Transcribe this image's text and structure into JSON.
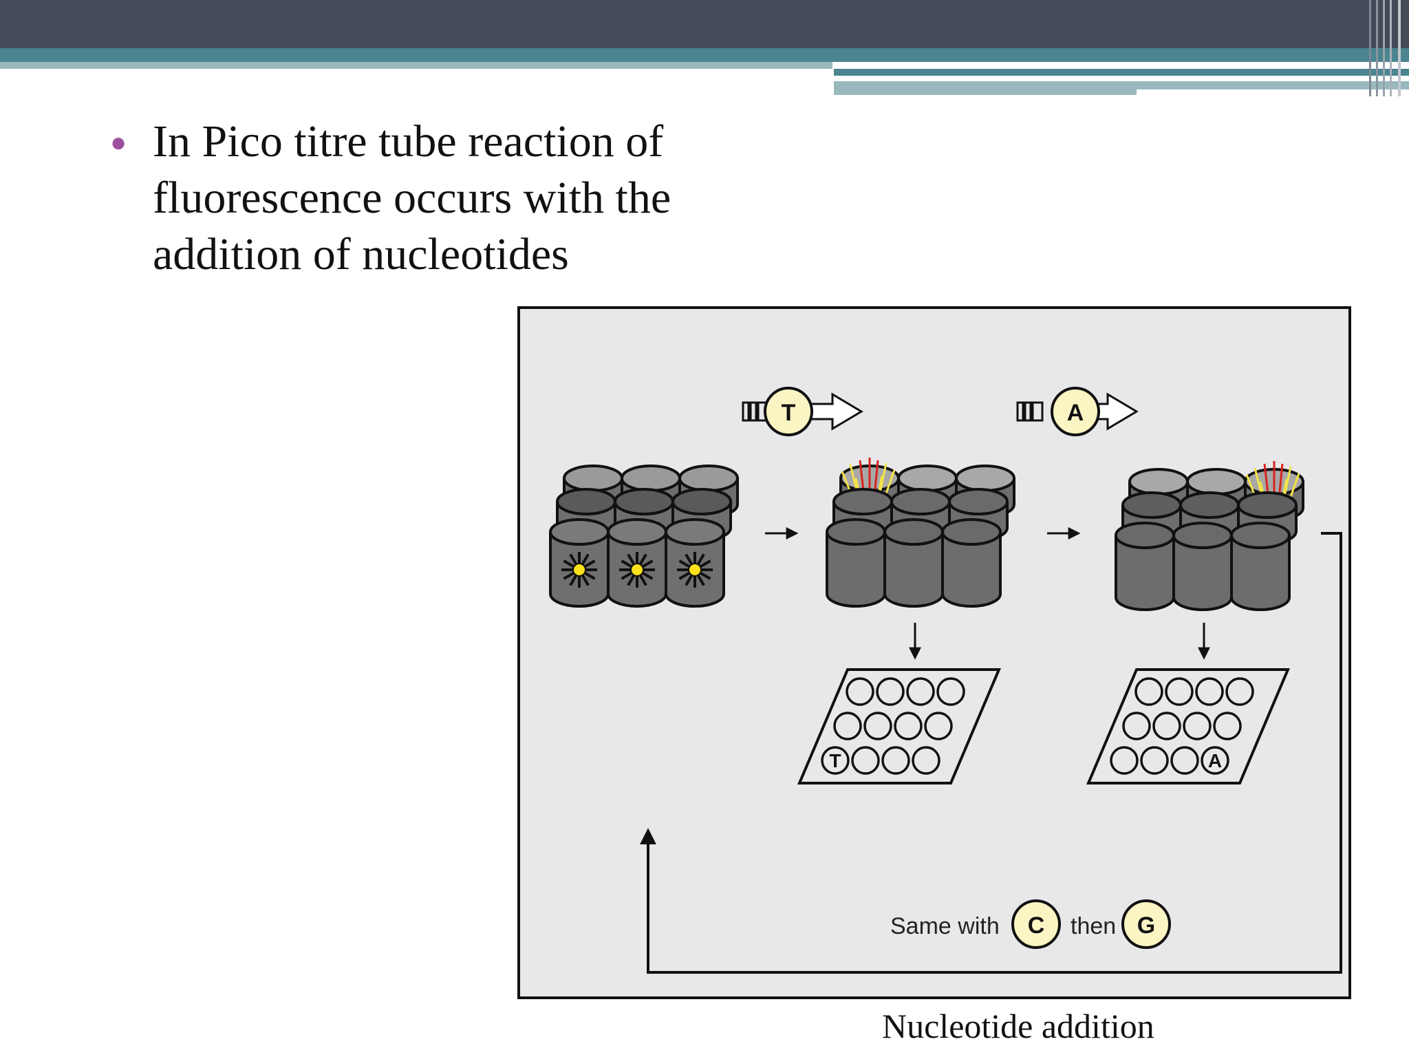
{
  "slide": {
    "bullet_text": "In Pico titre tube reaction of fluorescence occurs with the addition of nucleotides",
    "caption": "Nucleotide addition"
  },
  "diagram": {
    "nucleotide_1": "T",
    "nucleotide_2": "A",
    "plate_1_letter": "T",
    "plate_2_letter": "A",
    "repeat_text_1": "Same with",
    "repeat_nucleotide_1": "C",
    "repeat_text_2": "then",
    "repeat_nucleotide_2": "G"
  },
  "colors": {
    "header_dark": "#444a58",
    "header_teal": "#4a8590",
    "header_light": "#9ab9bf",
    "bullet": "#9b4f9e",
    "figure_bg": "#e8e7ea",
    "nucleotide_fill": "#fbf5c4",
    "bead_yellow": "#ffe11a",
    "light_yellow": "#f4e34a",
    "light_red": "#d8231d"
  }
}
